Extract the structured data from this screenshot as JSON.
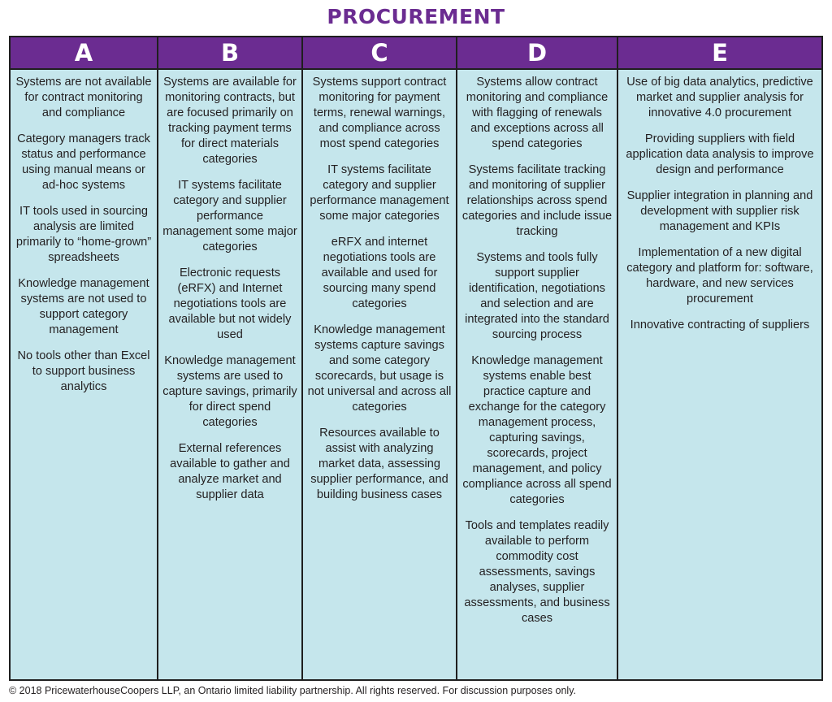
{
  "title": "PROCUREMENT",
  "columns": [
    {
      "header": "A",
      "items": [
        "Systems are not available for contract monitoring and compliance",
        "Category managers track status and performance using manual means or ad-hoc systems",
        "IT tools used in sourcing analysis are limited primarily to “home-grown” spreadsheets",
        "Knowledge management systems are not used to support category management",
        "No tools other than Excel to support business analytics"
      ]
    },
    {
      "header": "B",
      "items": [
        "Systems are available for monitoring contracts, but are focused primarily on tracking payment terms for direct materials categories",
        "IT systems facilitate category and supplier performance management some major categories",
        "Electronic requests (eRFX) and Internet negotiations tools are available but not widely used",
        "Knowledge management systems are used to capture savings, primarily for direct spend categories",
        "External references available to gather and analyze market and supplier data"
      ]
    },
    {
      "header": "C",
      "items": [
        "Systems support contract monitoring for payment terms, renewal warnings, and compliance across most spend categories",
        "IT systems facilitate category and supplier performance management some major categories",
        "eRFX and internet negotiations tools are available and used for sourcing many spend categories",
        "Knowledge management systems capture savings and some category scorecards, but usage is not universal and across all categories",
        "Resources available to assist with analyzing market data, assessing supplier performance, and building business cases"
      ]
    },
    {
      "header": "D",
      "items": [
        "Systems allow contract monitoring and compliance with flagging of renewals and exceptions across all spend categories",
        "Systems facilitate tracking and monitoring of supplier relationships across spend categories and include issue tracking",
        "Systems and tools fully support supplier identification, negotiations and selection and are integrated into the standard sourcing process",
        "Knowledge management systems enable best practice capture and exchange for the category management process, capturing savings, scorecards, project management, and policy compliance across all spend categories",
        "Tools and templates readily available to perform commodity cost assessments, savings analyses, supplier assessments, and business cases"
      ]
    },
    {
      "header": "E",
      "items": [
        "Use of big data analytics, predictive market and supplier analysis for innovative 4.0 procurement",
        "Providing suppliers with field application data analysis to improve design and performance",
        "Supplier integration in planning and development with supplier risk management and KPIs",
        "Implementation of a new digital category and platform for: software, hardware, and new services procurement",
        "Innovative contracting of suppliers"
      ]
    }
  ],
  "footer": "© 2018 PricewaterhouseCoopers LLP, an Ontario limited liability partnership. All rights reserved. For discussion purposes only."
}
